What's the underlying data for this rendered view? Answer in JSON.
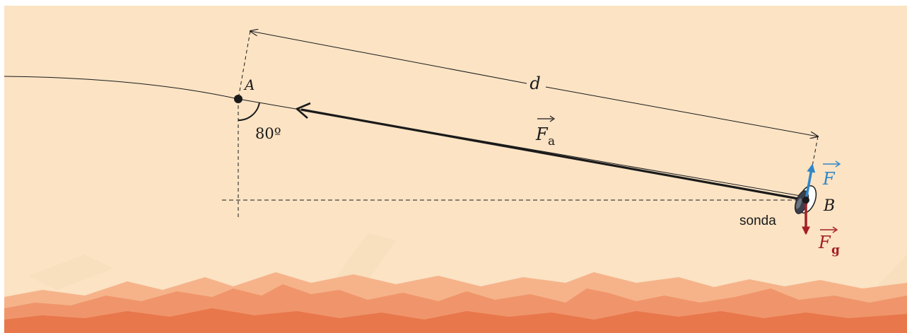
{
  "labels": {
    "point_a": "A",
    "point_b": "B",
    "angle": "80º",
    "distance": "d",
    "force_applied": "F",
    "force_applied_sub": "a",
    "force": "F",
    "force_gravity": "F",
    "force_gravity_sub": "g",
    "probe": "sonda"
  },
  "colors": {
    "background": "#fbe3c4",
    "ground_dark": "#e9774c",
    "ground_mid": "#f0956b",
    "ground_light": "#f6b38a",
    "line": "#1a1a1a",
    "force_blue": "#2f86c8",
    "force_red": "#a51e22"
  }
}
